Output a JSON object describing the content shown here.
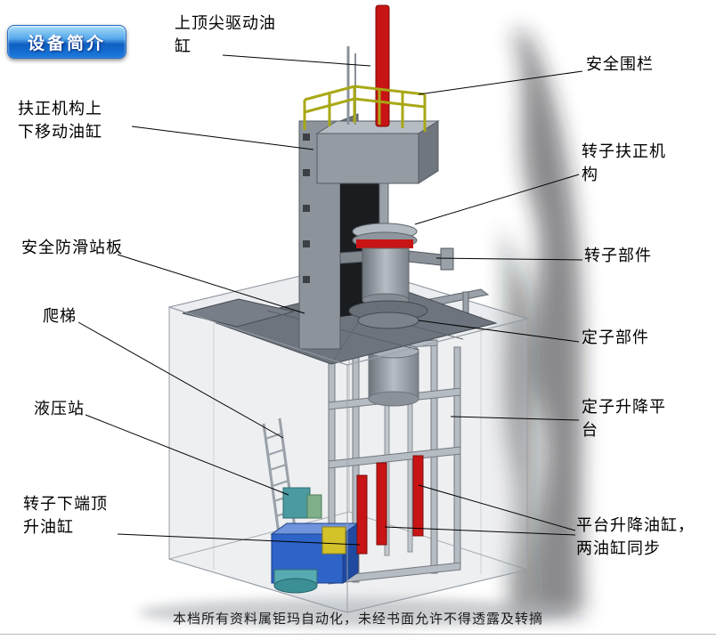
{
  "badge": {
    "label": "设备简介"
  },
  "labels": {
    "top_tip": "上顶尖驱动油\n缸",
    "safety_fence": "安全围栏",
    "centering_cylinder": "扶正机构上\n下移动油缸",
    "rotor_centering": "转子扶正机\n构",
    "anti_slip_board": "安全防滑站板",
    "rotor_part": "转子部件",
    "ladder": "爬梯",
    "stator_part": "定子部件",
    "hydraulic_station": "液压站",
    "stator_lift_platform": "定子升降平\n台",
    "rotor_jack_cylinder": "转子下端顶\n升油缸",
    "platform_lift_cylinders": "平台升降油缸，\n两油缸同步"
  },
  "footer": {
    "disclaimer": "本档所有资料属钜玛自动化，未经书面允许不得透露及转摘"
  },
  "colors": {
    "badge_blue": "#1576d8",
    "highlight_red": "#c81414",
    "railing_yellow": "#a8a816",
    "pump_blue": "#2e63c8",
    "steel_gray": "#8d939b"
  }
}
